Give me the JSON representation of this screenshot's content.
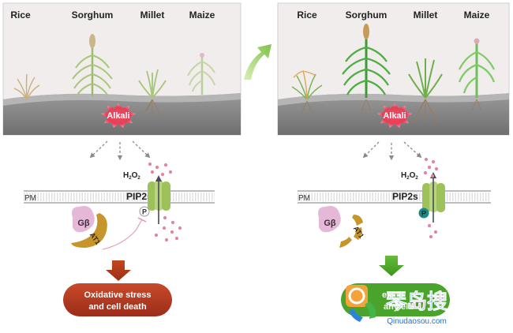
{
  "left_panel": {
    "crops": [
      "Rice",
      "Sorghum",
      "Millet",
      "Maize"
    ],
    "stress_label": "Alkali",
    "membrane_label": "PM",
    "channel_label": "PIP2s",
    "h2o2_main": "H",
    "h2o2_sub1": "2",
    "h2o2_o": "O",
    "h2o2_sub2": "2",
    "phospho_label": "P",
    "gbeta_label": "Gβ",
    "at1_label": "AT1",
    "outcome_line1": "Oxidative stress",
    "outcome_line2": "and cell death"
  },
  "right_panel": {
    "crops": [
      "Rice",
      "Sorghum",
      "Millet",
      "Maize"
    ],
    "stress_label": "Alkali",
    "membrane_label": "PM",
    "channel_label": "PIP2s",
    "h2o2_main": "H",
    "h2o2_sub1": "2",
    "h2o2_o": "O",
    "h2o2_sub2": "2",
    "phospho_label": "P",
    "gbeta_label": "Gβ",
    "at1_label": "AT1",
    "outcome_partial1": "er",
    "outcome_partial2": "anyield"
  },
  "watermark": {
    "site_name": "琴岛搜",
    "site_url": "Qinudaosou.com"
  },
  "colors": {
    "sky": "#f1eded",
    "soil": "#8f8f8f",
    "alkali_pink": "#e0455a",
    "membrane": "#c9c9c9",
    "channel_green": "#9dc25a",
    "gbeta_pink": "#e6b8d8",
    "at1_brown": "#c6952b",
    "red_arrow": "#b23a1a",
    "green_arrow": "#4aa32a",
    "oxidative_box": "#b83a22",
    "ros_dot": "#e3859b"
  }
}
